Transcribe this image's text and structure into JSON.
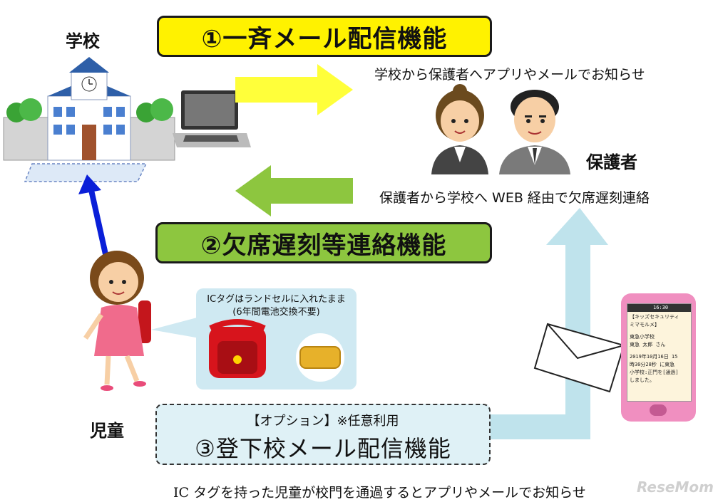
{
  "labels": {
    "school": "学校",
    "parents": "保護者",
    "child": "児童"
  },
  "banners": {
    "broadcast": "①一斉メール配信機能",
    "absence": "②欠席遅刻等連絡機能",
    "gate_option": "【オプション】※任意利用",
    "gate": "③登下校メール配信機能"
  },
  "captions": {
    "school_to_parents": "学校から保護者へアプリやメールでお知らせ",
    "parents_to_school": "保護者から学校へ WEB 経由で欠席遅刻連絡",
    "ic_gate": "IC タグを持った児童が校門を通過するとアプリやメールでお知らせ"
  },
  "ic_note": {
    "line1": "ICタグはランドセルに入れたまま",
    "line2": "(6年間電池交換不要)"
  },
  "phone": {
    "time": "16:30",
    "line1": "【キッズセキュリティ",
    "line2": "ミマモルメ】",
    "line3": "東急小学校",
    "line4": "東急 太郎 さん",
    "line5": "2019年10月16日 15",
    "line6": "時30分28秒 に東急",
    "line7": "小学校:正門を[通過]",
    "line8": "しました。"
  },
  "watermark": "ReseMom",
  "colors": {
    "yellow_banner": "#fff200",
    "green_banner": "#8dc63f",
    "yellow_arrow": "#ffff3a",
    "green_arrow": "#8dc63f",
    "blue_arrow": "#0a1fd8",
    "light_blue_arrow": "#bfe3ec",
    "phone_pink": "#f08fc0"
  }
}
